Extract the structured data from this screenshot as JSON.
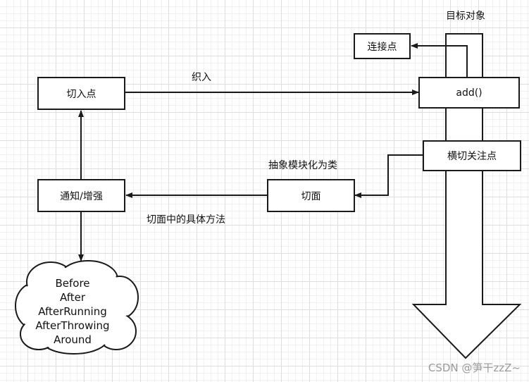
{
  "nodes": {
    "target_object": "目标对象",
    "join_point": "连接点",
    "pointcut": "切入点",
    "add_method": "add()",
    "crosscutting_concern": "横切关注点",
    "aspect": "切面",
    "advice": "通知/增强"
  },
  "edges": {
    "weave": "织入",
    "abstract_to_class": "抽象模块化为类",
    "aspect_methods": "切面中的具体方法"
  },
  "advice_types": [
    "Before",
    "After",
    "AfterRunning",
    "AfterThrowing",
    "Around"
  ],
  "watermark": "CSDN @笋干zzZ~",
  "colors": {
    "stroke": "#1a1a1a",
    "text": "#111111",
    "grid": "#dedede",
    "watermark": "#9a9a9a"
  }
}
